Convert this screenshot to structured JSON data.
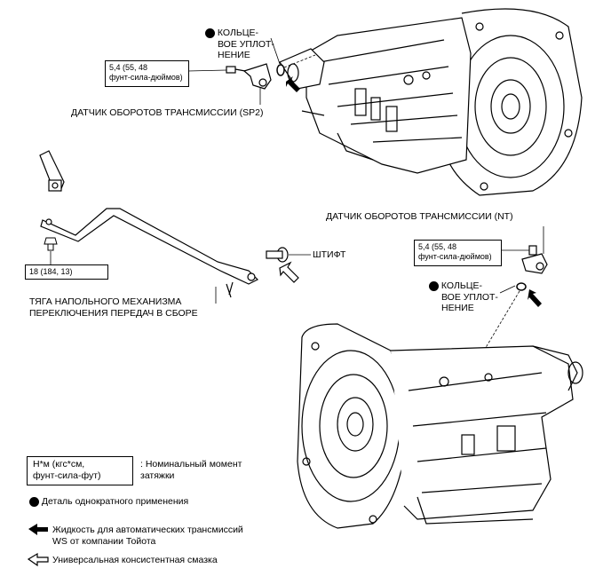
{
  "callouts": {
    "o_ring_top": [
      "КОЛЬЦЕ-",
      "ВОЕ УПЛОТ-",
      "НЕНИЕ"
    ],
    "torque_sp2": [
      "5,4 (55, 48",
      "фунт-сила-дюймов)"
    ],
    "sensor_sp2": "ДАТЧИК ОБОРОТОВ ТРАНСМИССИИ (SP2)",
    "sensor_nt": "ДАТЧИК ОБОРОТОВ ТРАНСМИССИИ (NT)",
    "torque_nt": [
      "5,4 (55, 48",
      "фунт-сила-дюймов)"
    ],
    "o_ring_bottom": [
      "КОЛЬЦЕ-",
      "ВОЕ УПЛОТ-",
      "НЕНИЕ"
    ],
    "torque_18": "18 (184, 13)",
    "pin": "ШТИФТ",
    "linkage": [
      "ТЯГА НАПОЛЬНОГО МЕХАНИЗМА",
      "ПЕРЕКЛЮЧЕНИЯ ПЕРЕДАЧ В СБОРЕ"
    ]
  },
  "legend": {
    "torque_box": [
      "Н*м (кгс*см,",
      "фунт-сила-фут)"
    ],
    "torque_desc": [
      ": Номинальный момент",
      "затяжки"
    ],
    "non_reusable": "Деталь однократного применения",
    "ws_fluid": [
      "Жидкость для автоматических трансмиссий",
      "WS от компании Тойота"
    ],
    "grease": "Универсальная консистентная смазка"
  }
}
